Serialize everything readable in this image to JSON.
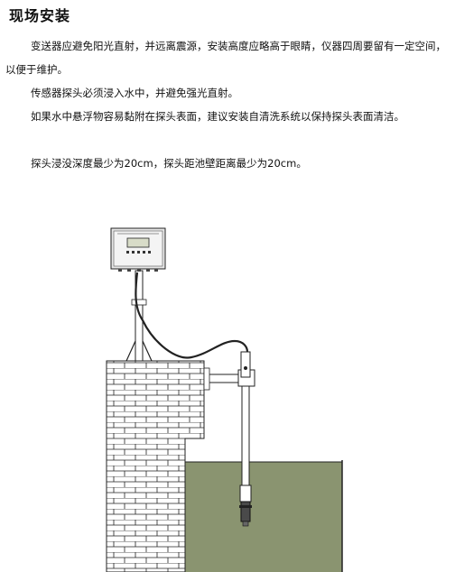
{
  "heading": "现场安装",
  "paragraphs": [
    "变送器应避免阳光直射，并远离震源，安装高度应略高于眼睛，仪器四周要留有一定空间，以便于维护。",
    "传感器探头必须浸入水中，并避免强光直射。",
    "如果水中悬浮物容易黏附在探头表面，建议安装自清洗系统以保持探头表面清洁。",
    "探头浸没深度最少为20cm，探头距池壁距离最少为20cm。"
  ],
  "colors": {
    "water": "#8a9470",
    "brick_fill": "#ffffff",
    "outline": "#222222",
    "display": "#d8dcc8"
  }
}
